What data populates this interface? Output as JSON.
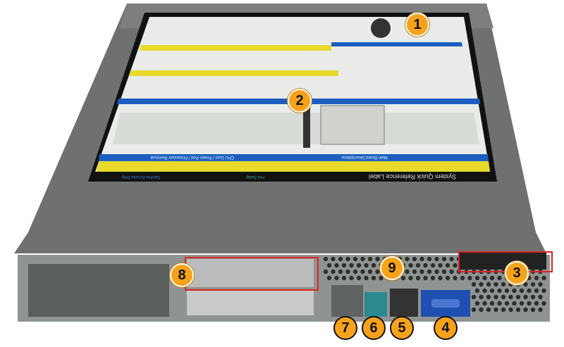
{
  "label_panel": {
    "title": "System Quick Reference Label",
    "sections": [
      "Main Board Descriptions",
      "CPU Duct / Power Pod / Processor Removal",
      "Hot Swap",
      "Service Access Only"
    ]
  },
  "callouts": [
    {
      "id": "1",
      "label": "1"
    },
    {
      "id": "2",
      "label": "2"
    },
    {
      "id": "3",
      "label": "3"
    },
    {
      "id": "4",
      "label": "4"
    },
    {
      "id": "5",
      "label": "5"
    },
    {
      "id": "6",
      "label": "6"
    },
    {
      "id": "7",
      "label": "7"
    },
    {
      "id": "8",
      "label": "8"
    },
    {
      "id": "9",
      "label": "9"
    }
  ],
  "colors": {
    "callout": "#f7a21b",
    "highlight_box": "#e02020",
    "chassis": "#6e7170",
    "label_yellow": "#e8d92a",
    "label_blue": "#1d5fc0",
    "vga_blue": "#1f4fb0",
    "mgmt_teal": "#2a8a8f"
  }
}
